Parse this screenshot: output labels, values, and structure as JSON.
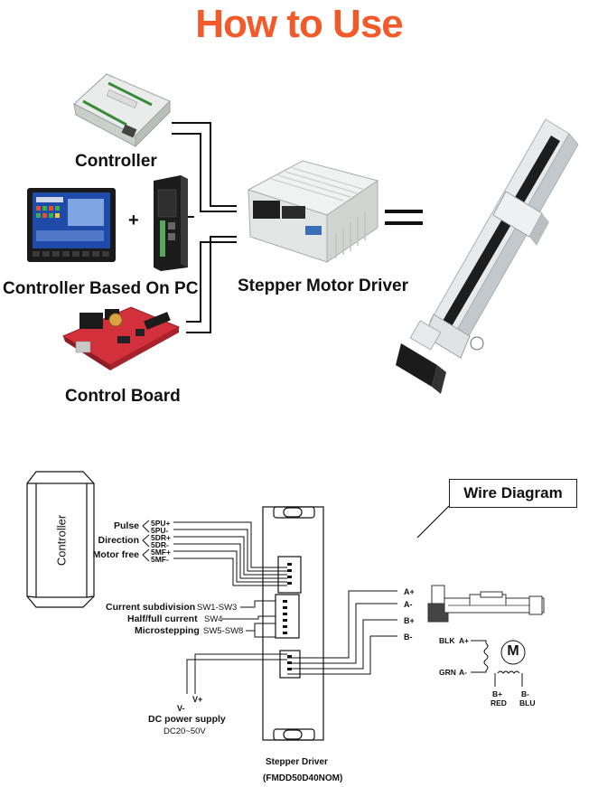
{
  "page": {
    "title": "How to Use"
  },
  "devices": {
    "controller": "Controller",
    "controller_pc": "Controller Based On PC",
    "plus": "+",
    "control_board": "Control Board",
    "driver": "Stepper Motor Driver",
    "equals": "="
  },
  "wiring": {
    "box_label": "Wire Diagram",
    "controller_label": "Controller",
    "signals": [
      {
        "name": "Pulse",
        "plus": "5PU+",
        "minus": "5PU-"
      },
      {
        "name": "Direction",
        "plus": "5DR+",
        "minus": "5DR-"
      },
      {
        "name": "Motor free",
        "plus": "5MF+",
        "minus": "5MF-"
      }
    ],
    "switches": [
      {
        "name": "Current subdivision",
        "code": "SW1-SW3"
      },
      {
        "name": "Half/full current",
        "code": "SW4"
      },
      {
        "name": "Microstepping",
        "code": "SW5-SW8"
      }
    ],
    "outputs": [
      "A+",
      "A-",
      "B+",
      "B-"
    ],
    "power": {
      "vplus": "V+",
      "vminus": "V-",
      "label": "DC power supply",
      "range": "DC20~50V"
    },
    "driver_label": "Stepper Driver",
    "driver_model": "(FMDD50D40NOM)",
    "motor": {
      "symbol": "M",
      "blk": "BLK",
      "a_plus": "A+",
      "grn": "GRN",
      "a_minus": "A-",
      "b_plus": "B+",
      "red": "RED",
      "b_minus": "B-",
      "blu": "BLU"
    }
  }
}
